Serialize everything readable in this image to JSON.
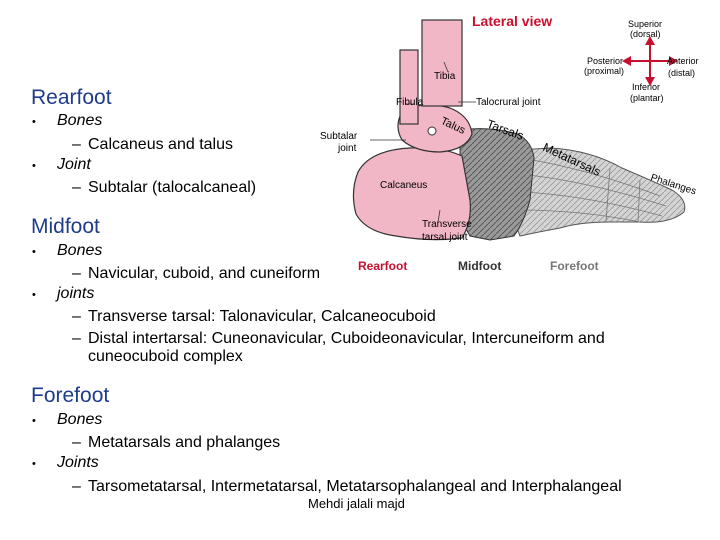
{
  "sections": {
    "rearfoot": {
      "title": "Rearfoot",
      "bullets": [
        {
          "label": "Bones",
          "items": [
            "Calcaneus and talus"
          ]
        },
        {
          "label": "Joint",
          "items": [
            "Subtalar (talocalcaneal)"
          ]
        }
      ]
    },
    "midfoot": {
      "title": "Midfoot",
      "bullets": [
        {
          "label": "Bones",
          "items": [
            "Navicular, cuboid, and cuneiform"
          ]
        },
        {
          "label": "joints",
          "items": [
            "Transverse tarsal: Talonavicular, Calcaneocuboid",
            "Distal intertarsal: Cuneonavicular, Cuboideonavicular, Intercuneiform and",
            "cuneocuboid complex"
          ]
        }
      ]
    },
    "forefoot": {
      "title": "Forefoot",
      "bullets": [
        {
          "label": "Bones",
          "items": [
            "Metatarsals and phalanges"
          ]
        },
        {
          "label": "Joints",
          "items": [
            "Tarsometatarsal, Intermetatarsal, Metatarsophalangeal and Interphalangeal"
          ]
        }
      ]
    }
  },
  "bullet_symbol": "•",
  "dash_symbol": "–",
  "diagram": {
    "title": "Lateral view",
    "orientation": {
      "superior": "Superior",
      "superior_sub": "(dorsal)",
      "posterior": "Posterior",
      "posterior_sub": "(proximal)",
      "anterior": "Anterior",
      "anterior_sub": "(distal)",
      "inferior": "Inferior",
      "inferior_sub": "(plantar)"
    },
    "labels": {
      "tibia": "Tibia",
      "fibula": "Fibula",
      "talocrural": "Talocrural joint",
      "talus": "Talus",
      "tarsals": "Tarsals",
      "metatarsals": "Metatarsals",
      "phalanges": "Phalanges",
      "subtalar_1": "Subtalar",
      "subtalar_2": "joint",
      "calcaneus": "Calcaneus",
      "transverse_1": "Transverse",
      "transverse_2": "tarsal joint"
    },
    "regions": {
      "rearfoot": "Rearfoot",
      "midfoot": "Midfoot",
      "forefoot": "Forefoot"
    },
    "colors": {
      "title": "#c8102e",
      "bone_pink": "#f2b7c6",
      "bone_outline": "#333333",
      "midfoot_grey": "#8c8c8c",
      "forefoot_grey": "#cfcfcf",
      "arrow": "#c8102e",
      "rearfoot_label": "#c8102e",
      "heading": "#1f3c8c"
    }
  },
  "footer": "Mehdi jalali majd"
}
